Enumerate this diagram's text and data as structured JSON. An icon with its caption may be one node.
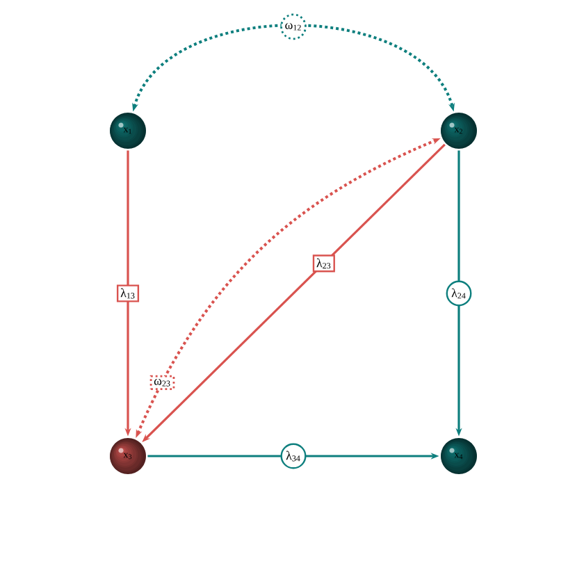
{
  "diagram": {
    "nodes": [
      {
        "text": [
          "x$_{1}$"
        ]
      },
      {
        "text": [
          "x$_{2}$"
        ]
      },
      {
        "text": [
          "x$_{3}$"
        ]
      },
      {
        "text": [
          "x$_{4}$"
        ]
      }
    ],
    "edges": [
      {
        "from": 0,
        "to": 2,
        "arrow": "to",
        "label": "λ$_{13}$",
        "color": "#d9534f"
      },
      {
        "from": 1,
        "to": 2,
        "arrow": "to",
        "label": "λ$_{23}$",
        "color": "#d9534f"
      },
      {
        "from": 1,
        "to": 3,
        "arrow": "to",
        "label": "λ$_{24}$",
        "color": "#0e7f7e"
      },
      {
        "from": 2,
        "to": 3,
        "arrow": "to",
        "label": "λ$_{34}$",
        "color": "#0e7f7e"
      },
      {
        "from": 0,
        "to": 1,
        "arrow": "both",
        "label": "ω$_{12}$",
        "color": "#0e7f7e",
        "style": "dashed"
      },
      {
        "from": 2,
        "to": 1,
        "arrow": "both",
        "label": "ω$_{23}$",
        "color": "#d9534f",
        "style": "dashed"
      }
    ]
  }
}
